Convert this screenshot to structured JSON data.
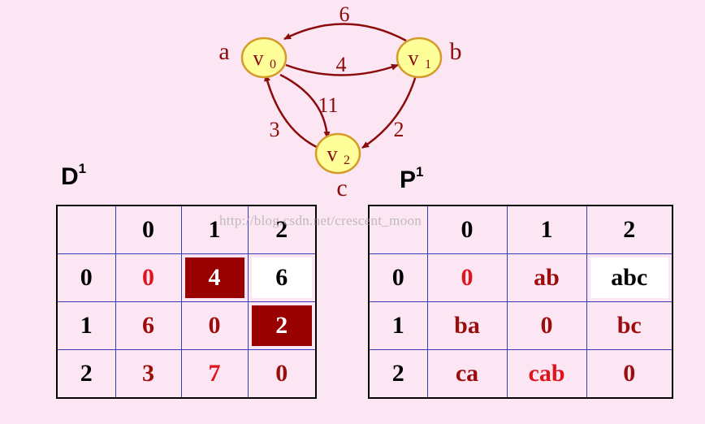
{
  "graph": {
    "nodes": [
      {
        "id": "v0",
        "label": "v",
        "sub": "0",
        "name": "a"
      },
      {
        "id": "v1",
        "label": "v",
        "sub": "1",
        "name": "b"
      },
      {
        "id": "v2",
        "label": "v",
        "sub": "2",
        "name": "c"
      }
    ],
    "edges": [
      {
        "from": "v1",
        "to": "v0",
        "weight": "6"
      },
      {
        "from": "v0",
        "to": "v1",
        "weight": "4"
      },
      {
        "from": "v0",
        "to": "v2",
        "weight": "11"
      },
      {
        "from": "v2",
        "to": "v0",
        "weight": "3"
      },
      {
        "from": "v1",
        "to": "v2",
        "weight": "2"
      }
    ],
    "colors": {
      "node_fill": "#ffff99",
      "node_stroke": "#d49a2a",
      "edge": "#8b0a0a",
      "text": "#8b0a0a"
    }
  },
  "matrix_d": {
    "title": "D",
    "sup": "1",
    "col_headers": [
      "0",
      "1",
      "2"
    ],
    "rows": [
      {
        "header": "0",
        "cells": [
          "0",
          "4",
          "6"
        ]
      },
      {
        "header": "1",
        "cells": [
          "6",
          "0",
          "2"
        ]
      },
      {
        "header": "2",
        "cells": [
          "3",
          "7",
          "0"
        ]
      }
    ]
  },
  "matrix_p": {
    "title": "P",
    "sup": "1",
    "col_headers": [
      "0",
      "1",
      "2"
    ],
    "rows": [
      {
        "header": "0",
        "cells": [
          "0",
          "ab",
          "abc"
        ]
      },
      {
        "header": "1",
        "cells": [
          "ba",
          "0",
          "bc"
        ]
      },
      {
        "header": "2",
        "cells": [
          "ca",
          "cab",
          "0"
        ]
      }
    ]
  },
  "watermark": "http://blog.csdn.net/crescent_moon",
  "colors": {
    "background": "#fde6f3",
    "highlight_dark": "#990000",
    "highlight_white": "#ffffff",
    "cell_red": "#9b0d0d",
    "cell_bright_red": "#e0141c",
    "grid": "#3a3ab8"
  }
}
